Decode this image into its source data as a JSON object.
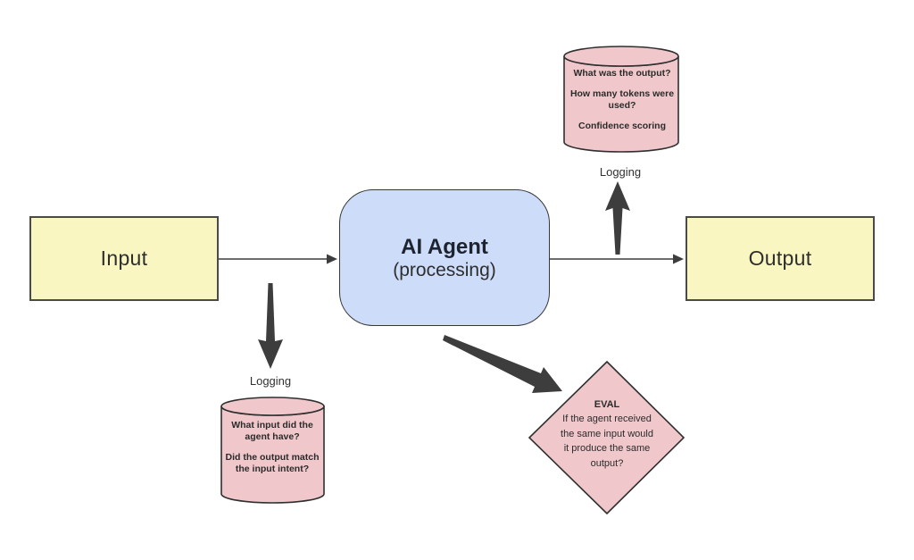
{
  "diagram": {
    "nodes": {
      "input": {
        "label": "Input"
      },
      "agent": {
        "title": "AI Agent",
        "subtitle": "(processing)"
      },
      "output": {
        "label": "Output"
      },
      "output_log_db": {
        "label": "Logging",
        "lines": [
          "What was the output?",
          "How many tokens were used?",
          "Confidence scoring"
        ]
      },
      "input_log_db": {
        "label": "Logging",
        "lines": [
          "What input did the agent have?",
          "Did the output match the input intent?"
        ]
      },
      "eval": {
        "title": "EVAL",
        "question": "If the agent received the same input would it produce the same output?"
      }
    },
    "colors": {
      "canvas_bg": "#ffffff",
      "yellow_fill": "#f9f6c1",
      "blue_fill": "#cddcf9",
      "pink_fill": "#f0c8cb",
      "shape_stroke": "#2f2f2f",
      "box_stroke": "#4a4a4a",
      "arrow_color": "#3d3d3d",
      "text_color": "#2b2b2b"
    }
  }
}
